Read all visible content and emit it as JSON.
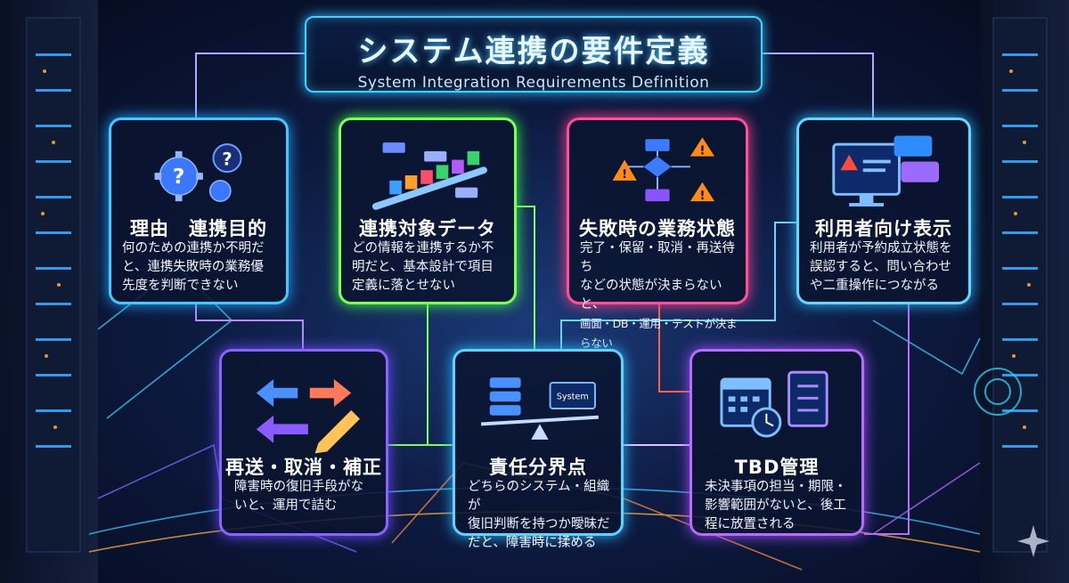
{
  "title": {
    "jp": "システム連携の要件定義",
    "en": "System Integration Requirements Definition"
  },
  "cards": {
    "reason": {
      "title": "理由　連携目的",
      "body": [
        "何のための連携か不明だ",
        "と、連携失敗時の業務優",
        "先度を判断できない"
      ]
    },
    "target_data": {
      "title": "連携対象データ",
      "body": [
        "どの情報を連携するか不",
        "明だと、基本設計で項目",
        "定義に落とせない"
      ]
    },
    "failure_state": {
      "title": "失敗時の業務状態",
      "body": [
        "完了・保留・取消・再送待ち",
        "などの状態が決まらないと、",
        "画面・DB・運用・テストが決まらない"
      ]
    },
    "user_display": {
      "title": "利用者向け表示",
      "body": [
        "利用者が予約成立状態を",
        "誤認すると、問い合わせ",
        "や二重操作につながる"
      ]
    },
    "retry": {
      "title": "再送・取消・補正",
      "body": [
        "障害時の復旧手段がな",
        "いと、運用で詰む"
      ]
    },
    "responsibility": {
      "title": "責任分界点",
      "icon_label": "System",
      "body": [
        "どちらのシステム・組織が",
        "復旧判断を持つか曖昧だ",
        "だと、障害時に揉める"
      ]
    },
    "tbd": {
      "title": "TBD管理",
      "body": [
        "未決事項の担当・期限・",
        "影響範囲がないと、後工",
        "程に放置される"
      ]
    }
  }
}
